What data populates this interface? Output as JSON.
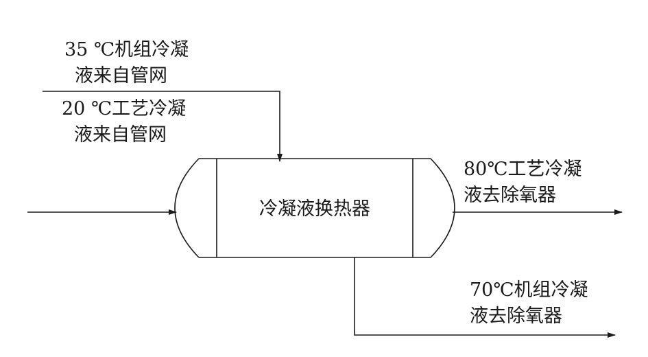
{
  "inputs": {
    "unit_condensate": {
      "line1": "35 ℃机组冷凝",
      "line2": "液来自管网"
    },
    "process_condensate": {
      "line1": "20 ℃工艺冷凝",
      "line2": "液来自管网"
    }
  },
  "vessel": {
    "label": "冷凝液换热器"
  },
  "outputs": {
    "process_condensate": {
      "line1": "80℃工艺冷凝",
      "line2": "液去除氧器"
    },
    "unit_condensate": {
      "line1": "70℃机组冷凝",
      "line2": "液去除氧器"
    }
  },
  "colors": {
    "line": "#1a1a1a",
    "background": "#ffffff"
  }
}
